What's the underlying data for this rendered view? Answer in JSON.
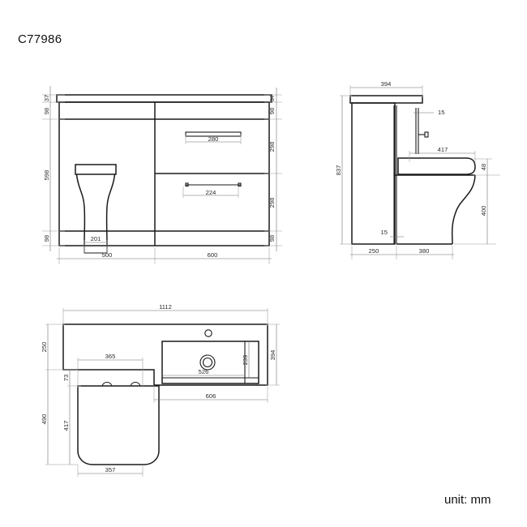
{
  "sheet": {
    "title": "C77986",
    "unit_note": "unit: mm"
  },
  "views": {
    "front": {
      "name": "front-elevation",
      "dimensions": {
        "left_top_gap": "37",
        "left_counter": "98",
        "left_body": "598",
        "left_plinth": "98",
        "right_top_gap": "37",
        "right_counter": "98",
        "right_drawer_top": "298",
        "right_drawer_bottom": "298",
        "right_plinth": "98",
        "handle_top": "280",
        "handle_bottom": "224",
        "toilet_base_width": "201",
        "width_left": "500",
        "width_right": "600"
      }
    },
    "side": {
      "name": "side-elevation",
      "dimensions": {
        "top_depth": "394",
        "total_height": "837",
        "panel_gap_top": "15",
        "panel_gap_bottom": "15",
        "seat_length": "417",
        "seat_thickness": "48",
        "pan_height": "400",
        "unit_depth": "250",
        "pan_depth": "380"
      }
    },
    "plan": {
      "name": "plan-view",
      "dimensions": {
        "overall_width": "1112",
        "cabinet_depth": "250",
        "overall_depth": "394",
        "seat_width_outer": "365",
        "hinge_offset": "73",
        "seat_length": "417",
        "toilet_total_depth": "490",
        "seat_width": "357",
        "basin_inner_width": "526",
        "basin_inner_depth": "239",
        "basin_outer_width": "606"
      }
    }
  },
  "icons": {
    "tap_hole": "circle-icon",
    "waste_drain": "concentric-circle-icon",
    "flush_plate": "flush-plate-icon"
  },
  "colors": {
    "line": "#1a1a1a",
    "dimension_line": "#6f6f6f",
    "extension_line": "#9a9a9a",
    "background": "#ffffff"
  }
}
